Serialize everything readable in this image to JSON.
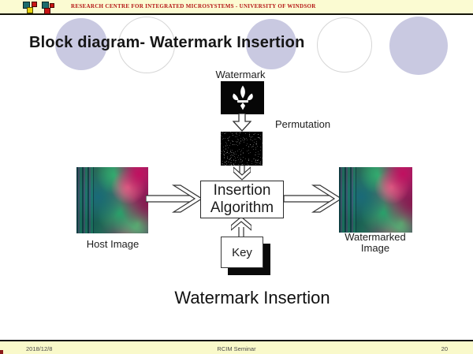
{
  "header": {
    "text": "RESEARCH CENTRE FOR INTEGRATED MICROSYSTEMS - UNIVERSITY OF WINDSOR",
    "logo": "rcim-colored-squares-logo"
  },
  "slide": {
    "title": "Block diagram- Watermark Insertion",
    "caption": "Watermark Insertion"
  },
  "diagram": {
    "watermark_label": "Watermark",
    "watermark_icon": "fleur-de-lis-icon",
    "permutation_label": "Permutation",
    "insertion_algorithm": {
      "line1": "Insertion",
      "line2": "Algorithm"
    },
    "key_label": "Key",
    "host_image_label": "Host Image",
    "watermarked_image_label_line1": "Watermarked",
    "watermarked_image_label_line2": "Image"
  },
  "footer": {
    "date": "2018/12/8",
    "center_text": "RCIM Seminar",
    "page_number": "20"
  },
  "colors": {
    "header_bar": "#fbfbd2",
    "header_text": "#b41414",
    "footer_bar": "#f9f9ca",
    "circle_fill": "#c9c9e1",
    "circle_ring_border": "#d6d6d6",
    "logo_teal": "#1b6b6b",
    "logo_red": "#c81414",
    "logo_yellow": "#e6d20a"
  }
}
